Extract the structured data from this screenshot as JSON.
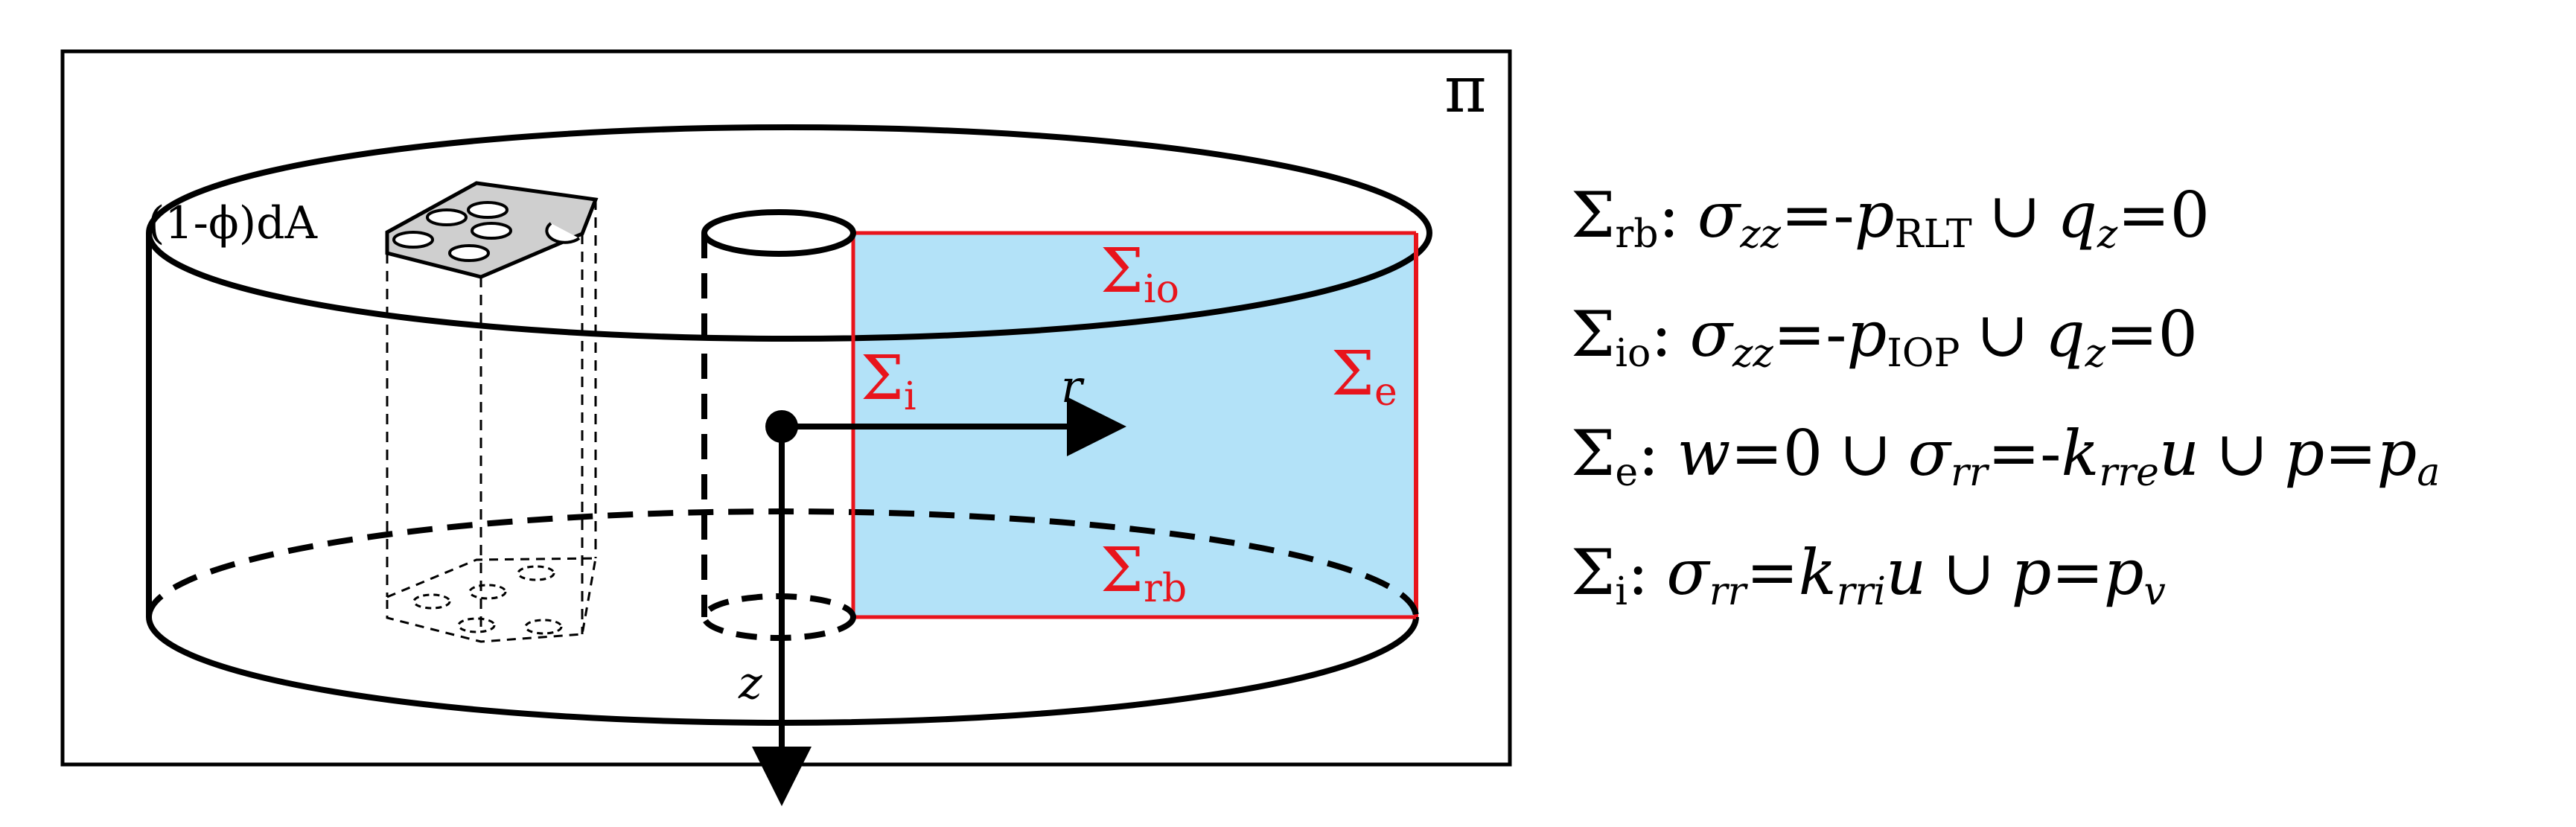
{
  "diagram": {
    "panel_label": "π",
    "porosity_label": "(1-ϕ)dA",
    "axes": {
      "r_label": "r",
      "z_label": "z"
    },
    "surfaces": {
      "io": {
        "sym": "Σ",
        "sub": "io"
      },
      "rb": {
        "sym": "Σ",
        "sub": "rb"
      },
      "e": {
        "sym": "Σ",
        "sub": "e"
      },
      "i": {
        "sym": "Σ",
        "sub": "i"
      }
    },
    "colors": {
      "region_fill": "#b3e2f8",
      "boundary": "#e8141c",
      "ink": "#000000"
    }
  },
  "equations": {
    "rb": {
      "sym": "Σ",
      "sub": "rb",
      "colon": ":",
      "lhs1": "σ",
      "lhs1_sub": "zz",
      "op1": "=-",
      "rhs1": "p",
      "rhs1_sub": "RLT",
      "union": "∪",
      "lhs2": "q",
      "lhs2_sub": "z",
      "op2": "=",
      "rhs2": "0"
    },
    "io": {
      "sym": "Σ",
      "sub": "io",
      "colon": ":",
      "lhs1": "σ",
      "lhs1_sub": "zz",
      "op1": "=-",
      "rhs1": "p",
      "rhs1_sub": "IOP",
      "union": "∪",
      "lhs2": "q",
      "lhs2_sub": "z",
      "op2": "=",
      "rhs2": "0"
    },
    "e": {
      "sym": "Σ",
      "sub": "e",
      "colon": ":",
      "t1": "w",
      "t1_op": "=",
      "t1_rhs": "0",
      "union1": "∪",
      "t2": "σ",
      "t2_sub": "rr",
      "t2_op": "=-",
      "t2_rhs": "k",
      "t2_rhs_sub": "rre",
      "t2_rhs_tail": "u",
      "union2": "∪",
      "t3": "p",
      "t3_op": "=",
      "t3_rhs": "p",
      "t3_rhs_sub": "a"
    },
    "i": {
      "sym": "Σ",
      "sub": "i",
      "colon": ":",
      "t1": "σ",
      "t1_sub": "rr",
      "t1_op": "=",
      "t1_rhs": "k",
      "t1_rhs_sub": "rri",
      "t1_rhs_tail": "u",
      "union": "∪",
      "t2": "p",
      "t2_op": "=",
      "t2_rhs": "p",
      "t2_rhs_sub": "v"
    }
  }
}
